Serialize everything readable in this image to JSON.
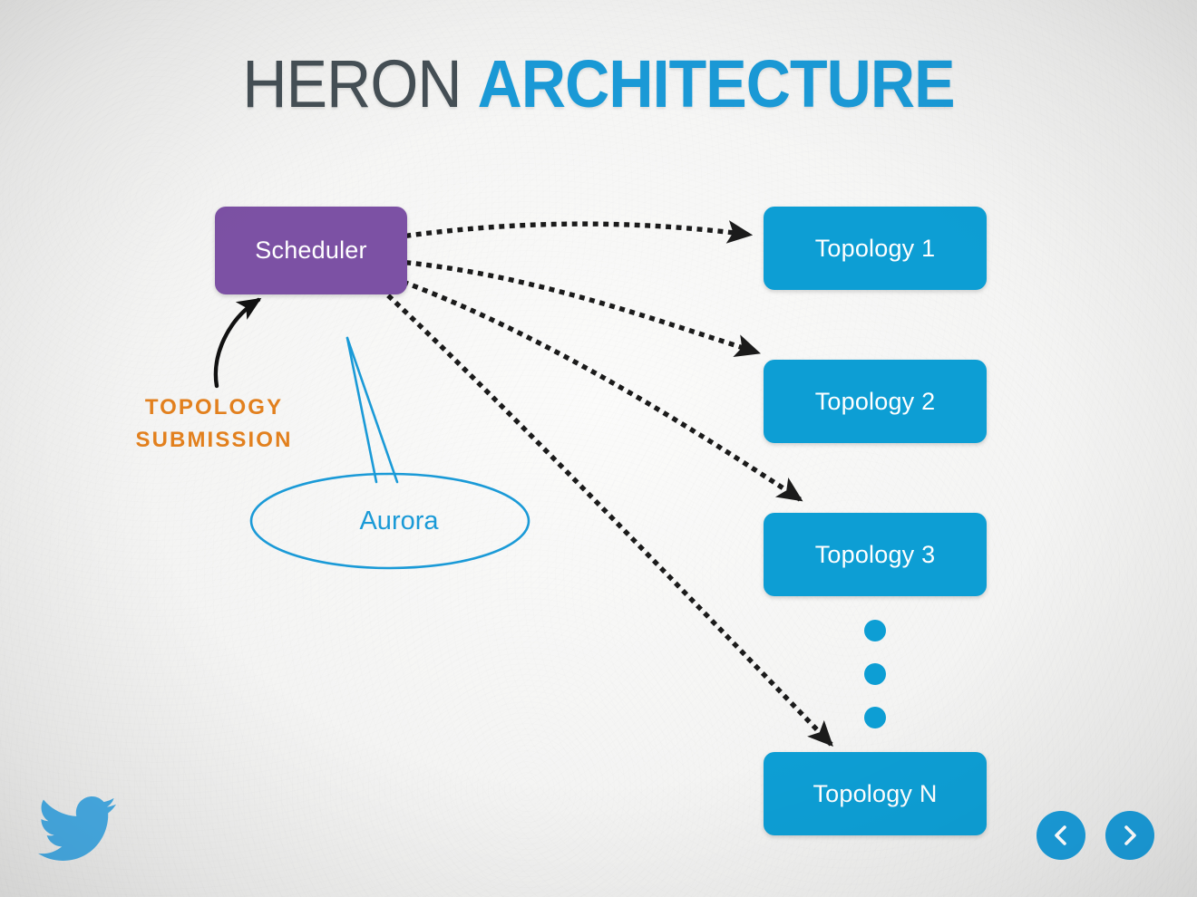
{
  "slide": {
    "title": {
      "part1": "HERON",
      "part2": "ARCHITECTURE",
      "part1_color": "#454f55",
      "part2_color": "#1a9ad7"
    }
  },
  "diagram": {
    "scheduler": {
      "label": "Scheduler",
      "color": "#7c51a4",
      "text_color": "#ffffff"
    },
    "aurora": {
      "label": "Aurora",
      "color": "#1a9ad7"
    },
    "submission": {
      "line1": "TOPOLOGY",
      "line2": "SUBMISSION",
      "color": "#e2801e"
    },
    "topologies": [
      {
        "label": "Topology 1",
        "color": "#0d9ed4"
      },
      {
        "label": "Topology 2",
        "color": "#0d9ed4"
      },
      {
        "label": "Topology 3",
        "color": "#0d9ed4"
      },
      {
        "label": "Topology N",
        "color": "#0d9ed4"
      }
    ],
    "ellipsis": {
      "dot_count": 3,
      "color": "#0d9ed4"
    },
    "arrow_color": "#1b1b1b"
  },
  "footer": {
    "logo": "twitter-bird-icon",
    "logo_color": "#45a8e0",
    "nav": {
      "prev_label": "chevron-left-icon",
      "next_label": "chevron-right-icon",
      "color": "#1a9ad7"
    }
  }
}
